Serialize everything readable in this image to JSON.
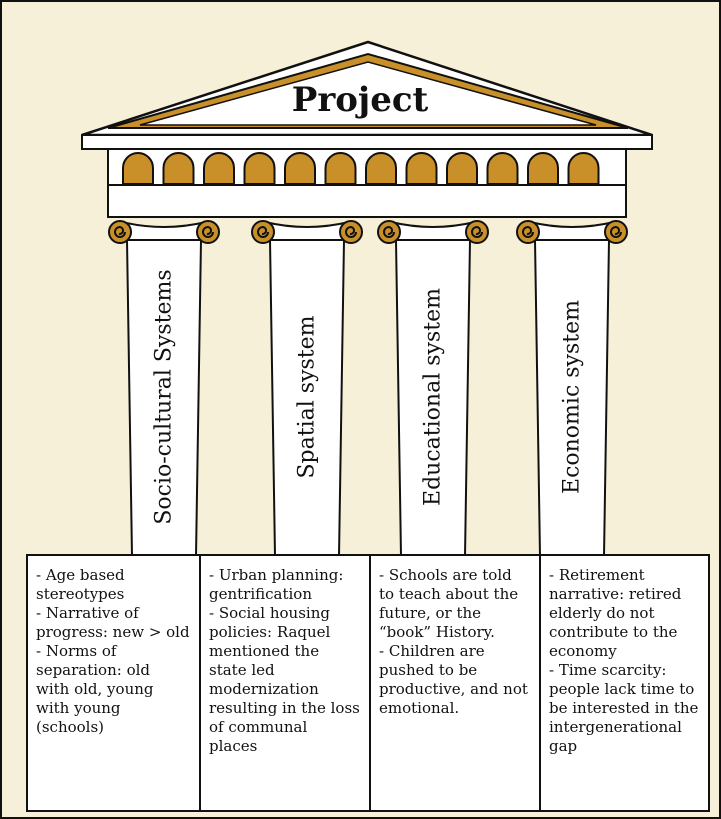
{
  "roof": {
    "title": "Project"
  },
  "pillars": [
    {
      "title": "Socio-cultural Systems",
      "text": "- Age based\nstereotypes\n- Narrative of\nprogress: new > old\n- Norms of\nseparation: old\nwith old, young\nwith young\n(schools)"
    },
    {
      "title": "Spatial system",
      "text": "- Urban planning:\ngentrification\n- Social housing\npolicies: Raquel\nmentioned the\nstate led\nmodernization\nresulting in the loss\nof communal\nplaces"
    },
    {
      "title": "Educational system",
      "text": "- Schools are told\nto teach about the\nfuture, or the\n“book” History.\n- Children are\npushed to be\nproductive, and not\nemotional."
    },
    {
      "title": "Economic system",
      "text": "- Retirement\nnarrative: retired\nelderly do not\ncontribute to the\neconomy\n- Time scarcity:\npeople lack time to\nbe interested in the\nintergenerational\ngap"
    }
  ],
  "colors": {
    "accent": "#c98f28",
    "stone": "#ffffff",
    "background": "#f6f0d8",
    "outline": "#111111"
  }
}
